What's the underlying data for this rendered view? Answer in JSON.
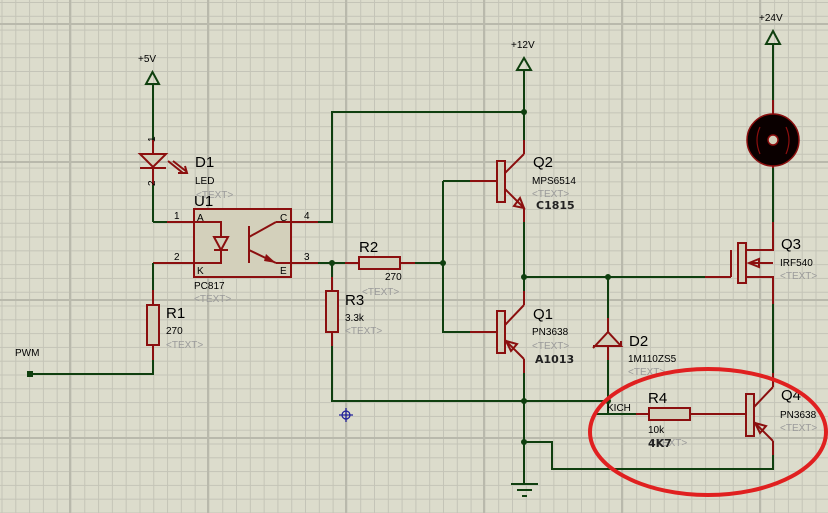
{
  "power": {
    "v5": "+5V",
    "v12": "+12V",
    "v24": "+24V"
  },
  "net_labels": {
    "pwm": "PWM",
    "kich": "KICH"
  },
  "placeholder_text": "<TEXT>",
  "components": {
    "D1": {
      "ref": "D1",
      "value": "LED",
      "pins": [
        "1",
        "2"
      ]
    },
    "U1": {
      "ref": "U1",
      "value": "PC817",
      "pins": [
        "1",
        "2",
        "3",
        "4"
      ],
      "pin_names": [
        "A",
        "K",
        "E",
        "C"
      ]
    },
    "R1": {
      "ref": "R1",
      "value": "270"
    },
    "R2": {
      "ref": "R2",
      "value": "270"
    },
    "R3": {
      "ref": "R3",
      "value": "3.3k"
    },
    "Q2": {
      "ref": "Q2",
      "value": "MPS6514",
      "note": "C1815"
    },
    "Q1": {
      "ref": "Q1",
      "value": "PN3638",
      "note": "A1013"
    },
    "Q3": {
      "ref": "Q3",
      "value": "IRF540"
    },
    "D2": {
      "ref": "D2",
      "value": "1M110ZS5"
    },
    "R4": {
      "ref": "R4",
      "value": "10k",
      "note": "4K7"
    },
    "Q4": {
      "ref": "Q4",
      "value": "PN3638"
    }
  },
  "colors": {
    "wire": "#0f3f0f",
    "component": "#8b0f0f",
    "highlight": "#e02020",
    "background": "#dcdccc"
  }
}
